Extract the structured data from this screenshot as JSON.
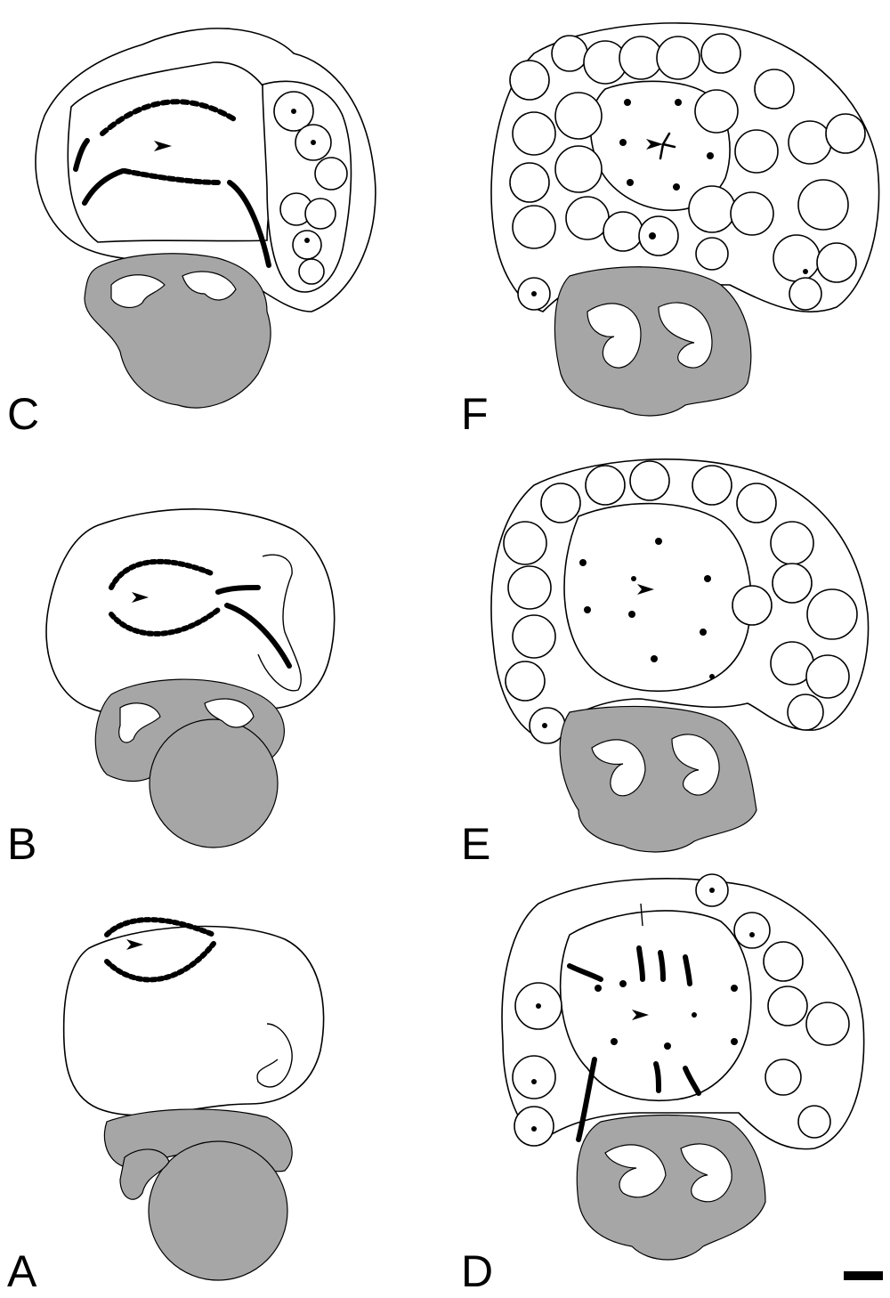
{
  "panels": [
    {
      "id": "C",
      "label": "C"
    },
    {
      "id": "B",
      "label": "B"
    },
    {
      "id": "A",
      "label": "A"
    },
    {
      "id": "F",
      "label": "F"
    },
    {
      "id": "E",
      "label": "E"
    },
    {
      "id": "D",
      "label": "D"
    }
  ],
  "colors": {
    "tissue_grey": "#a6a6a6",
    "outline": "#000000",
    "background": "#ffffff"
  }
}
